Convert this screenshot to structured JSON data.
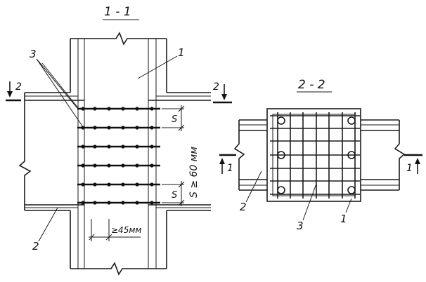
{
  "drawing": {
    "section_1": {
      "title": "1 - 1",
      "labels": {
        "column": "1",
        "slab": "2",
        "mesh": "3"
      },
      "spacing_label": "S",
      "spacing_note": "S ≥ 60 мм",
      "offset_note": "≥45мм",
      "cut_mark": "2"
    },
    "section_2": {
      "title": "2 - 2",
      "labels": {
        "column": "1",
        "slab": "2",
        "mesh": "3"
      },
      "cut_mark": "1"
    }
  }
}
